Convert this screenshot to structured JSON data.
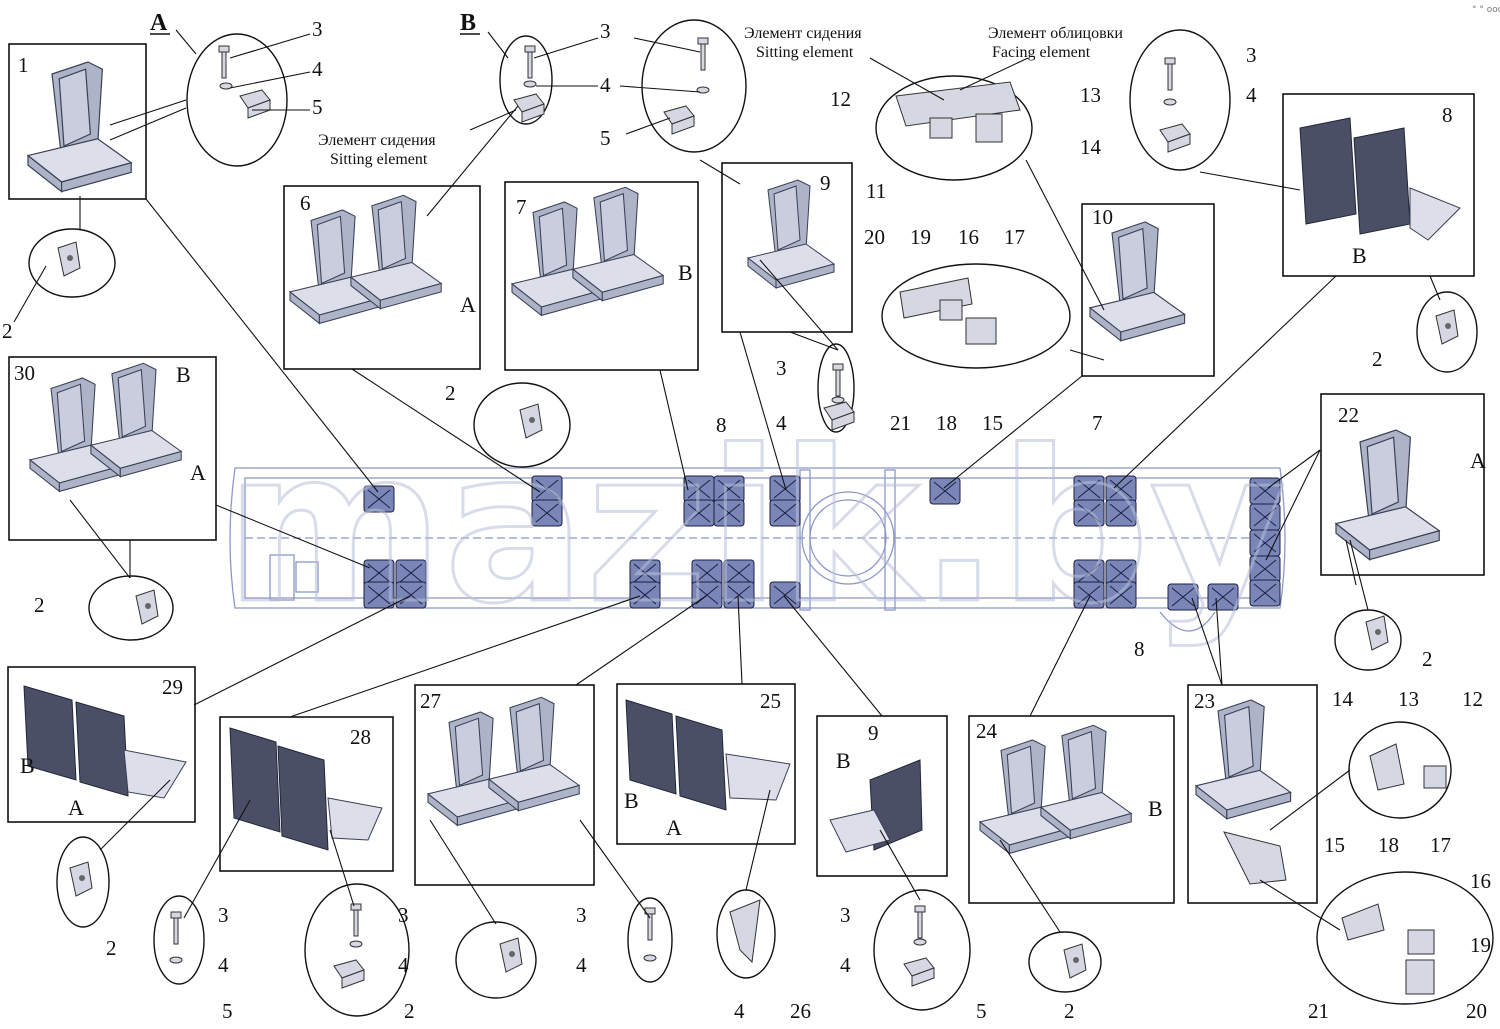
{
  "labels": {
    "A": "A",
    "B": "B",
    "sitting_ru": "Элемент сидения",
    "sitting_en": "Sitting element",
    "facing_ru": "Элемент облицовки",
    "facing_en": "Facing element"
  },
  "numbers": {
    "n1": "1",
    "n2": "2",
    "n3": "3",
    "n4": "4",
    "n5": "5",
    "n6": "6",
    "n7": "7",
    "n8": "8",
    "n9": "9",
    "n10": "10",
    "n11": "11",
    "n12": "12",
    "n13": "13",
    "n14": "14",
    "n15": "15",
    "n16": "16",
    "n17": "17",
    "n18": "18",
    "n19": "19",
    "n20": "20",
    "n21": "21",
    "n22": "22",
    "n23": "23",
    "n24": "24",
    "n25": "25",
    "n26": "26",
    "n27": "27",
    "n28": "28",
    "n29": "29",
    "n30": "30"
  },
  "watermark": "mazik.by",
  "corner_mark": "° ° ooo"
}
